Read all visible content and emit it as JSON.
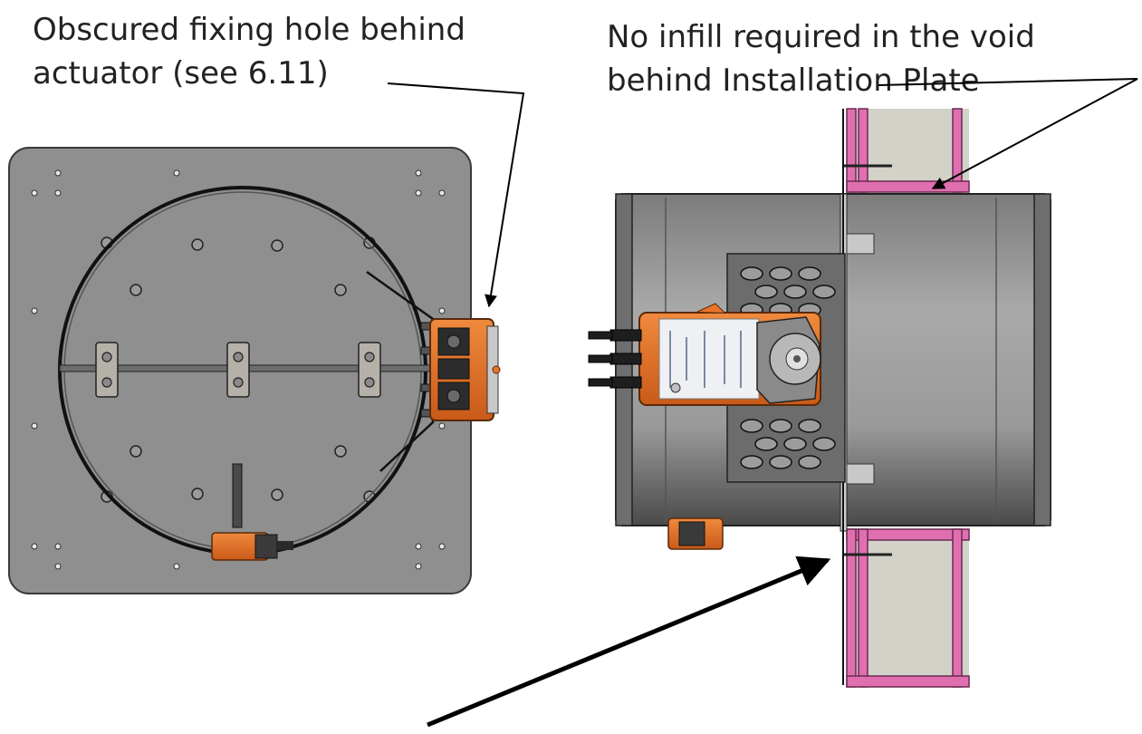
{
  "callouts": {
    "left": {
      "line1": "Obscured fixing hole behind",
      "line2": "actuator (see 6.11)"
    },
    "right": {
      "line1": "No infill required in the void",
      "line2": "behind Installation Plate"
    }
  },
  "colors": {
    "plate": "#8f8f8f",
    "plate_edge": "#3a3a3a",
    "actuator_orange": "#e8732a",
    "duct": "#9a9a9a",
    "wall_board": "#e06fb0",
    "wall_infill": "#d2d2c8",
    "leader": "#000000"
  }
}
